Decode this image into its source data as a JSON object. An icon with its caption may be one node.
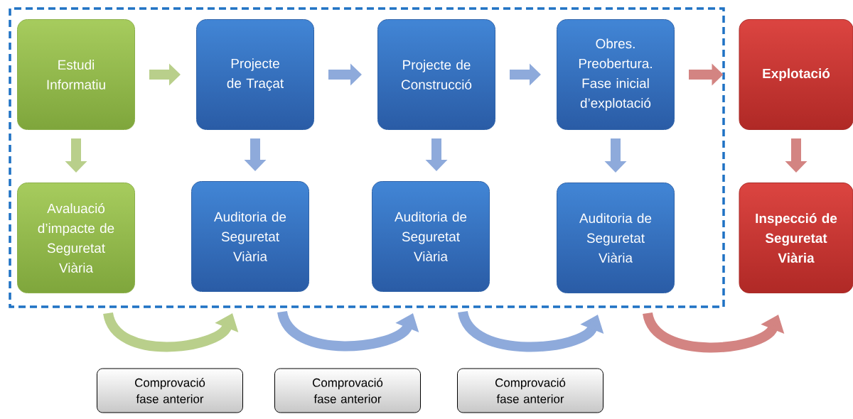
{
  "diagram": {
    "nodes": [
      {
        "text": [
          "Estudi Informatiu"
        ]
      },
      {
        "text": [
          "Projecte de Traçat"
        ]
      },
      {
        "text": [
          "Projecte de Construcció"
        ]
      },
      {
        "text": [
          "Obres. Preobertura. Fase inicial d’explotació"
        ]
      },
      {
        "text": [
          "Explotació"
        ]
      },
      {
        "text": [
          "Avaluació d’impacte de Seguretat Viària"
        ]
      },
      {
        "text": [
          "Auditoria de Seguretat Viària"
        ]
      },
      {
        "text": [
          "Auditoria de Seguretat Viària"
        ]
      },
      {
        "text": [
          "Auditoria de Seguretat Viària"
        ]
      },
      {
        "text": [
          "Inspecció de Seguretat Viària"
        ]
      }
    ],
    "edges": [
      {
        "from": 0,
        "to": 1,
        "arrow": "to",
        "color": "#b9cf8b"
      },
      {
        "from": 1,
        "to": 2,
        "arrow": "to"
      },
      {
        "from": 2,
        "to": 3,
        "arrow": "to"
      },
      {
        "from": 3,
        "to": 4,
        "arrow": "to",
        "color": "#d38482"
      },
      {
        "from": 0,
        "to": 5,
        "arrow": "to",
        "color": "#b9cf8b"
      },
      {
        "from": 1,
        "to": 6,
        "arrow": "to"
      },
      {
        "from": 2,
        "to": 7,
        "arrow": "to"
      },
      {
        "from": 3,
        "to": 8,
        "arrow": "to"
      },
      {
        "from": 4,
        "to": 9,
        "arrow": "to",
        "color": "#d38482"
      },
      {
        "from": 5,
        "to": 6,
        "arrow": "to",
        "label": "Comprovació fase anterior",
        "color": "#b9cf8b"
      },
      {
        "from": 6,
        "to": 7,
        "arrow": "to",
        "label": "Comprovació fase anterior"
      },
      {
        "from": 7,
        "to": 8,
        "arrow": "to",
        "label": "Comprovació fase anterior"
      },
      {
        "from": 8,
        "to": 9,
        "arrow": "to",
        "color": "#d38482"
      }
    ]
  }
}
